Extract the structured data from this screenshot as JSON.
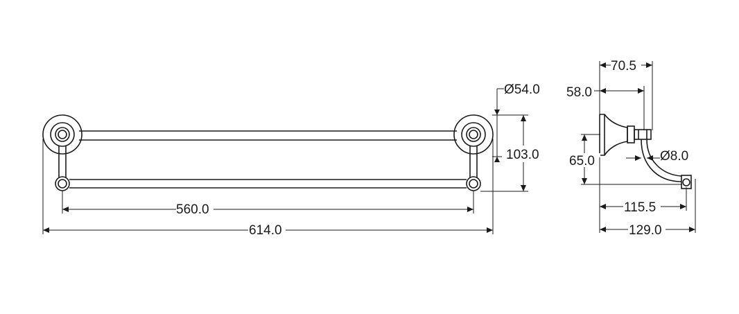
{
  "dimensions": {
    "diameter_54": "Ø54.0",
    "height_103": "103.0",
    "bar_560": "560.0",
    "overall_614": "614.0",
    "depth_70_5": "70.5",
    "depth_58": "58.0",
    "height_65": "65.0",
    "diameter_8": "Ø8.0",
    "depth_115_5": "115.5",
    "depth_129": "129.0"
  }
}
